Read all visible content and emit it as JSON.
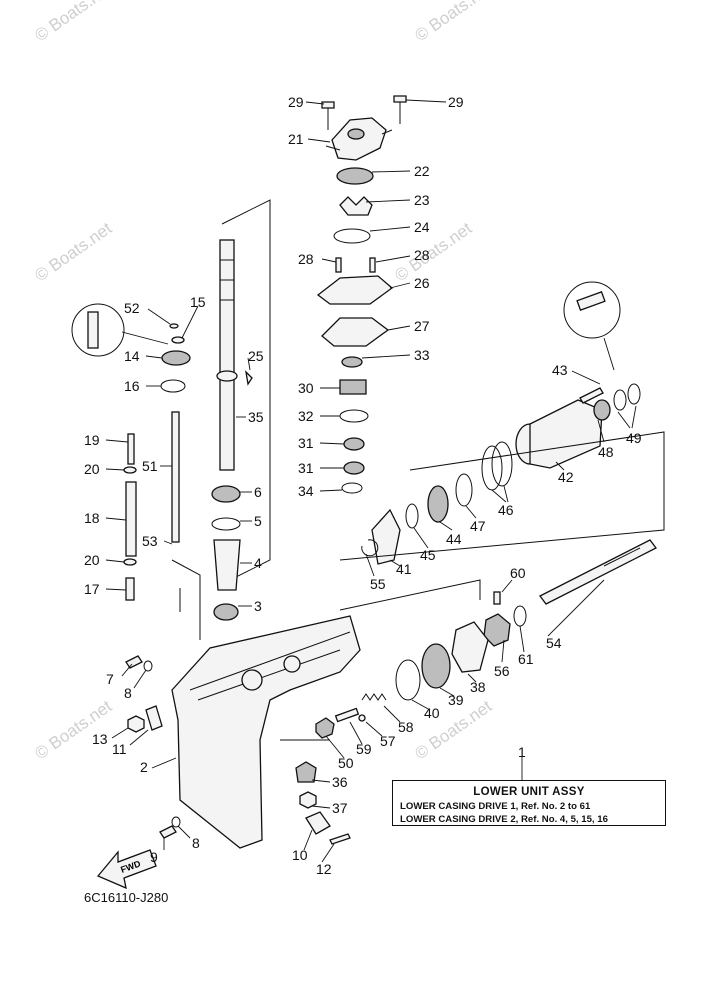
{
  "drawing_code": "6C16110-J280",
  "watermark": "© Boats.net",
  "legend": {
    "ref_number": "1",
    "title": "LOWER UNIT ASSY",
    "rows": [
      "LOWER CASING DRIVE 1,  Ref. No. 2 to 61",
      "LOWER CASING DRIVE 2,  Ref. No. 4, 5, 15, 16"
    ]
  },
  "direction_badge": "FWD",
  "callouts": [
    "29",
    "29",
    "21",
    "22",
    "23",
    "24",
    "28",
    "28",
    "26",
    "27",
    "33",
    "30",
    "32",
    "31",
    "31",
    "34",
    "52",
    "15",
    "14",
    "16",
    "25",
    "35",
    "19",
    "20",
    "51",
    "18",
    "20",
    "53",
    "17",
    "6",
    "5",
    "4",
    "3",
    "43",
    "49",
    "48",
    "42",
    "46",
    "47",
    "44",
    "45",
    "41",
    "55",
    "60",
    "54",
    "56",
    "61",
    "38",
    "39",
    "40",
    "58",
    "57",
    "59",
    "50",
    "36",
    "37",
    "7",
    "8",
    "13",
    "11",
    "2",
    "8",
    "9",
    "10",
    "12"
  ],
  "colors": {
    "line": "#111111",
    "paper": "#ffffff",
    "watermark": "#cfcfcf"
  }
}
